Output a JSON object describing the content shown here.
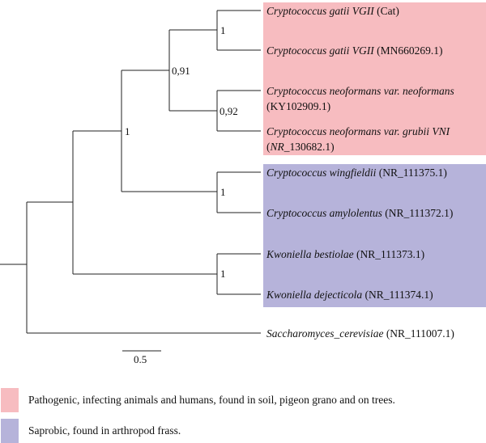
{
  "colors": {
    "pathogenic": "#f7bcc0",
    "saprobic": "#b6b3da",
    "branch": "#222222"
  },
  "tree": {
    "taxa": [
      {
        "id": "t1",
        "italic": "Cryptococcus gatii VGII",
        "suffix": " (Cat)",
        "group": "pathogenic"
      },
      {
        "id": "t2",
        "italic": "Cryptococcus gatii VGII",
        "suffix": " (MN660269.1)",
        "group": "pathogenic"
      },
      {
        "id": "t3",
        "italic": "Cryptococcus neoformans var. neoformans",
        "suffix": "",
        "line2": "(KY102909.1)",
        "group": "pathogenic"
      },
      {
        "id": "t4",
        "italic": "Cryptococcus neoformans var. grubii VNI",
        "suffix": "",
        "line2_paren_open": "(",
        "line2_italic": "NR",
        "line2_rest": "_130682.1)",
        "group": "pathogenic"
      },
      {
        "id": "t5",
        "italic": "Cryptococcus wingfieldii",
        "suffix": " (NR_111375.1)",
        "group": "saprobic"
      },
      {
        "id": "t6",
        "italic": "Cryptococcus amylolentus",
        "suffix": " (NR_111372.1)",
        "group": "saprobic"
      },
      {
        "id": "t7",
        "italic": "Kwoniella bestiolae",
        "suffix": " (NR_111373.1)",
        "group": "saprobic"
      },
      {
        "id": "t8",
        "italic": "Kwoniella dejecticola",
        "suffix": " (NR_111374.1)",
        "group": "saprobic"
      },
      {
        "id": "t9",
        "italic": "Saccharomyces_cerevisiae",
        "suffix": " (NR_111007.1)",
        "group": "outgroup"
      }
    ],
    "supports": {
      "gatii_clade": "1",
      "crypto_pathogen_clade": "0,91",
      "neoformans_clade": "0,92",
      "crypto_clade": "1",
      "saprobic_crypto_clade": "1",
      "kwoniella_clade": "1"
    },
    "scale_bar": {
      "label": "0.5"
    }
  },
  "legend": [
    {
      "key": "pathogenic",
      "label": "Pathogenic, infecting animals and humans, found in soil, pigeon grano and on trees."
    },
    {
      "key": "saprobic",
      "label": "Saprobic, found in arthropod frass."
    }
  ]
}
